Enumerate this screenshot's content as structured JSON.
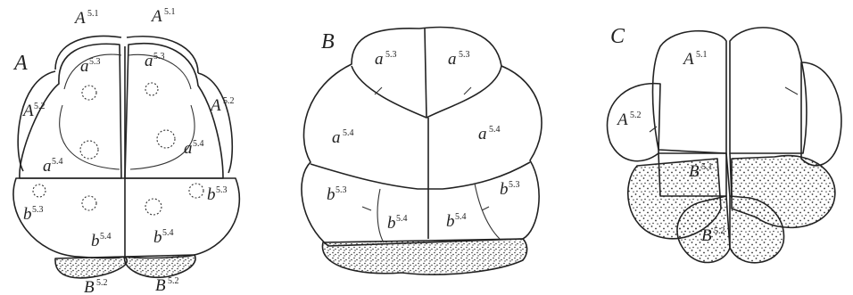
{
  "panels": {
    "a": {
      "letter": "A",
      "labels": {
        "top_left": {
          "base": "A",
          "sup": "5.1"
        },
        "top_right": {
          "base": "A",
          "sup": "5.1"
        },
        "left": {
          "base": "A",
          "sup": "5.2"
        },
        "right": {
          "base": "A",
          "sup": "5.2"
        },
        "ul_cell": {
          "base": "a",
          "sup": "5.3"
        },
        "ur_cell": {
          "base": "a",
          "sup": "5.3"
        },
        "ll_cell": {
          "base": "a",
          "sup": "5.4"
        },
        "lr_cell": {
          "base": "a",
          "sup": "5.4"
        },
        "b53_left": {
          "base": "b",
          "sup": "5.3"
        },
        "b53_right": {
          "base": "b",
          "sup": "5.3"
        },
        "b54_left": {
          "base": "b",
          "sup": "5.4"
        },
        "b54_right": {
          "base": "b",
          "sup": "5.4"
        },
        "bottom_left": {
          "base": "B",
          "sup": "5.2"
        },
        "bottom_right": {
          "base": "B",
          "sup": "5.2"
        }
      }
    },
    "b": {
      "letter": "B",
      "labels": {
        "a53_left": {
          "base": "a",
          "sup": "5.3"
        },
        "a53_right": {
          "base": "a",
          "sup": "5.3"
        },
        "a54_left": {
          "base": "a",
          "sup": "5.4"
        },
        "a54_right": {
          "base": "a",
          "sup": "5.4"
        },
        "b53_left": {
          "base": "b",
          "sup": "5.3"
        },
        "b53_right": {
          "base": "b",
          "sup": "5.3"
        },
        "b54_left": {
          "base": "b",
          "sup": "5.4"
        },
        "b54_right": {
          "base": "b",
          "sup": "5.4"
        }
      }
    },
    "c": {
      "letter": "C",
      "labels": {
        "a51": {
          "base": "A",
          "sup": "5.1"
        },
        "a52": {
          "base": "A",
          "sup": "5.2"
        },
        "b51": {
          "base": "B",
          "sup": "5.1"
        },
        "b52": {
          "base": "B",
          "sup": "5.2"
        }
      }
    }
  }
}
